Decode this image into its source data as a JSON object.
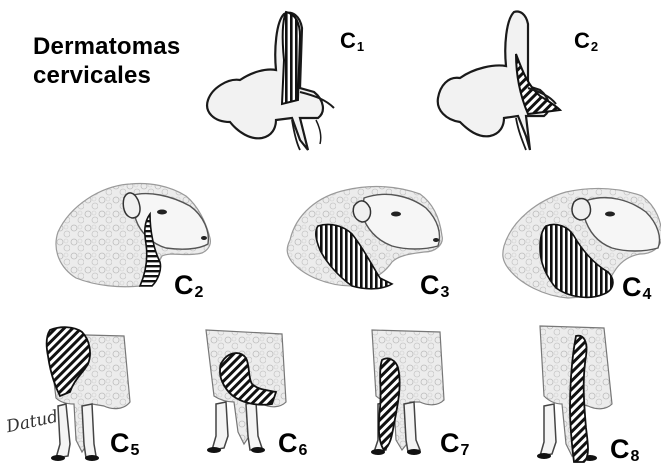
{
  "title": {
    "line1": "Dermatomas",
    "line2": "cervicales"
  },
  "labels": {
    "c1_top": "C1",
    "c2_top": "C2",
    "c2_head": "C2",
    "c3_head": "C3",
    "c4_head": "C4",
    "c5_leg": "C5",
    "c6_leg": "C6",
    "c7_leg": "C7",
    "c8_leg": "C8"
  },
  "signature": "Datud",
  "colors": {
    "ink": "#111111",
    "wool": "#e9e9e9",
    "shade": "#cfcfcf"
  }
}
